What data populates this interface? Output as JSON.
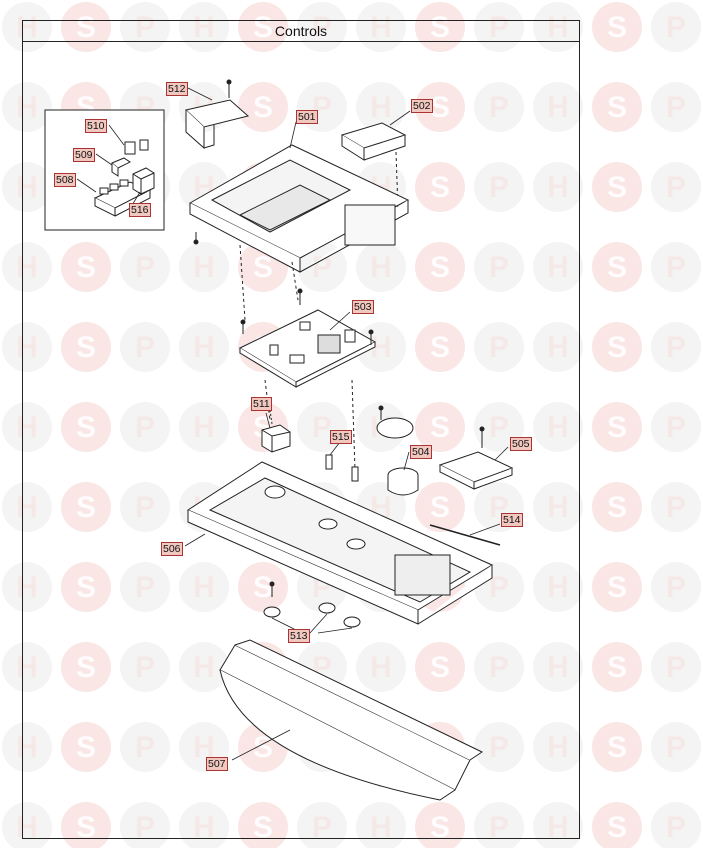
{
  "header": {
    "title": "Controls"
  },
  "watermark": {
    "letters": [
      "H",
      "S",
      "P"
    ],
    "color": "#e8a7a0"
  },
  "callouts": {
    "c501": "501",
    "c502": "502",
    "c503": "503",
    "c504": "504",
    "c505": "505",
    "c506": "506",
    "c507": "507",
    "c508": "508",
    "c509": "509",
    "c510": "510",
    "c511": "511",
    "c512": "512",
    "c513": "513",
    "c514": "514",
    "c515": "515",
    "c516": "516"
  },
  "colors": {
    "callout_fill": "#f0c8c0",
    "callout_border": "#aa3333",
    "line": "#222222"
  }
}
